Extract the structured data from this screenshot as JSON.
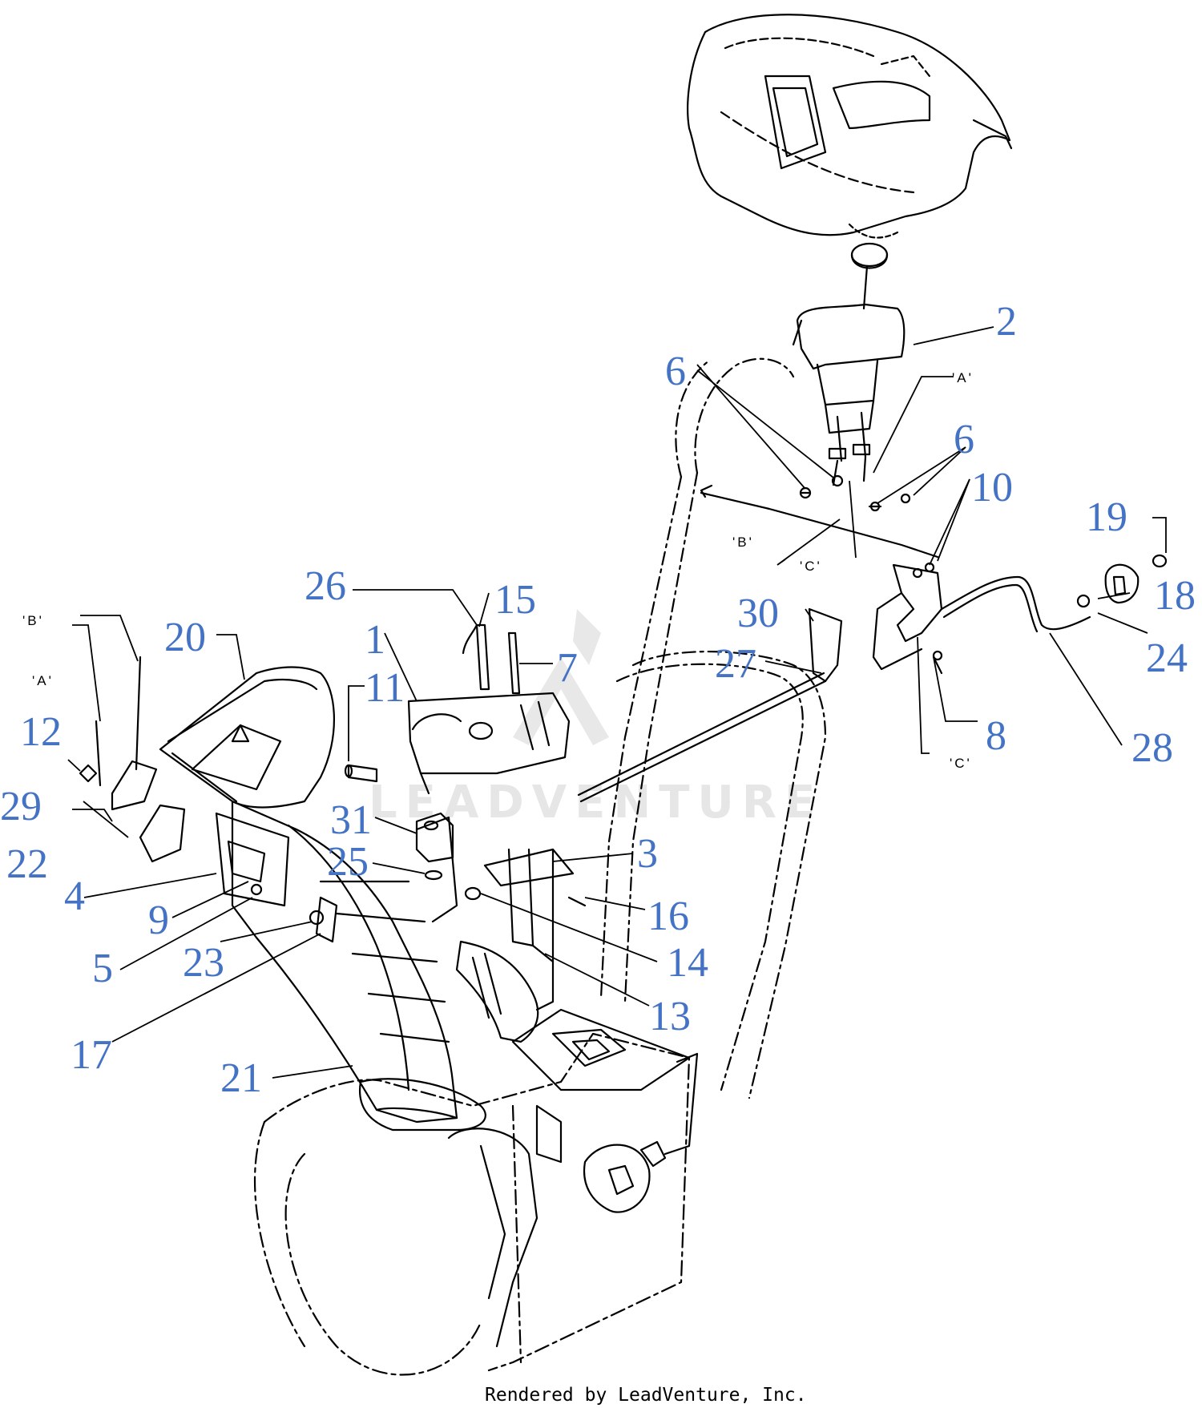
{
  "style": {
    "callout_color": "#4472c4",
    "line_color": "#000000",
    "watermark_color": "#e6e6e6"
  },
  "callouts": {
    "c1": "1",
    "c2": "2",
    "c3": "3",
    "c4": "4",
    "c5": "5",
    "c6a": "6",
    "c6b": "6",
    "c7": "7",
    "c8": "8",
    "c9": "9",
    "c10": "10",
    "c11": "11",
    "c12": "12",
    "c13": "13",
    "c14": "14",
    "c15": "15",
    "c16": "16",
    "c17": "17",
    "c18": "18",
    "c19": "19",
    "c20": "20",
    "c21": "21",
    "c22": "22",
    "c23": "23",
    "c24": "24",
    "c25": "25",
    "c26": "26",
    "c27": "27",
    "c28": "28",
    "c29": "29",
    "c30": "30",
    "c31": "31"
  },
  "refs": {
    "a_upper": "'A'",
    "b_upper": "'B'",
    "c_upper": "'C'",
    "c_lower": "'C'",
    "a_left": "'A'",
    "b_left": "'B'"
  },
  "watermark": "LEADVENTURE",
  "footer": "Rendered by LeadVenture, Inc."
}
